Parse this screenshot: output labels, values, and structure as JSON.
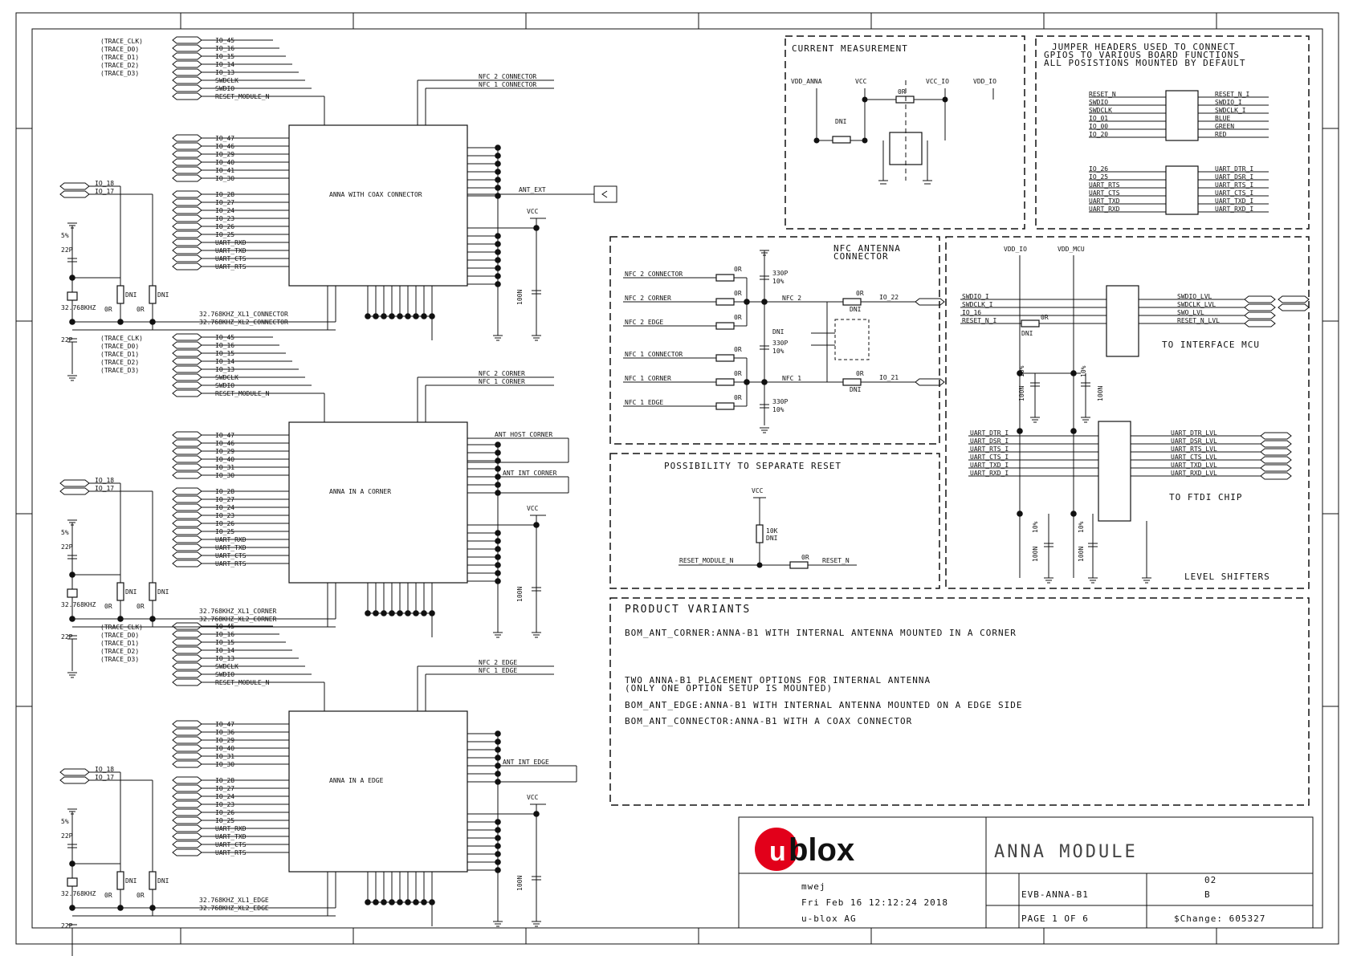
{
  "title_block": {
    "brand": "ublox",
    "project_title": "ANNA MODULE",
    "board": "EVB-ANNA-B1",
    "author": "mwej",
    "date": "Fri Feb 16 12:12:24 2018",
    "company": "u-blox AG",
    "page": "PAGE 1 OF 6",
    "rev_num": "02",
    "rev_letter": "B",
    "change": "$Change: 605327",
    "brand_color": "#e2001a"
  },
  "modules": [
    {
      "label": "ANNA WITH COAX CONNECTOR",
      "trace_labels": [
        "(TRACE_CLK)",
        "(TRACE_D0)",
        "(TRACE_D1)",
        "(TRACE_D2)",
        "(TRACE_D3)"
      ],
      "top_pins": [
        "IO_45",
        "IO_16",
        "IO_15",
        "IO_14",
        "IO_13",
        "SWDCLK",
        "SWDIO",
        "RESET_MODULE_N"
      ],
      "nfc_pins": [
        "NFC_2_CONNECTOR",
        "NFC_1_CONNECTOR"
      ],
      "mid_pins": [
        "IO_47",
        "IO_46",
        "IO_29",
        "IO_40",
        "IO_41",
        "IO_30"
      ],
      "bot_pins": [
        "IO_28",
        "IO_27",
        "IO_24",
        "IO_23",
        "IO_26",
        "IO_25",
        "UART_RXD",
        "UART_TXD",
        "UART_CTS",
        "UART_RTS"
      ],
      "io_pins": [
        "IO_18",
        "IO_17"
      ],
      "xtal_nets": [
        "32.768KHZ_XL1_CONNECTOR",
        "32.768KHZ_XL2_CONNECTOR"
      ],
      "antenna": "ANT_EXT",
      "antenna2": "",
      "vcc": "VCC",
      "decap": "100N"
    },
    {
      "label": "ANNA IN A CORNER",
      "trace_labels": [
        "(TRACE_CLK)",
        "(TRACE_D0)",
        "(TRACE_D1)",
        "(TRACE_D2)",
        "(TRACE_D3)"
      ],
      "top_pins": [
        "IO_45",
        "IO_16",
        "IO_15",
        "IO_14",
        "IO_13",
        "SWDCLK",
        "SWDIO",
        "RESET_MODULE_N"
      ],
      "nfc_pins": [
        "NFC_2_CORNER",
        "NFC_1_CORNER"
      ],
      "mid_pins": [
        "IO_47",
        "IO_46",
        "IO_29",
        "IO_40",
        "IO_31",
        "IO_30"
      ],
      "bot_pins": [
        "IO_28",
        "IO_27",
        "IO_24",
        "IO_23",
        "IO_26",
        "IO_25",
        "UART_RXD",
        "UART_TXD",
        "UART_CTS",
        "UART_RTS"
      ],
      "io_pins": [
        "IO_18",
        "IO_17"
      ],
      "xtal_nets": [
        "32.768KHZ_XL1_CORNER",
        "32.768KHZ_XL2_CORNER"
      ],
      "antenna": "ANT_HOST_CORNER",
      "antenna2": "ANT_INT_CORNER",
      "vcc": "VCC",
      "decap": "100N"
    },
    {
      "label": "ANNA IN A EDGE",
      "trace_labels": [
        "(TRACE_CLK)",
        "(TRACE_D0)",
        "(TRACE_D1)",
        "(TRACE_D2)",
        "(TRACE_D3)"
      ],
      "top_pins": [
        "IO_45",
        "IO_16",
        "IO_15",
        "IO_14",
        "IO_13",
        "SWDCLK",
        "SWDIO",
        "RESET_MODULE_N"
      ],
      "nfc_pins": [
        "NFC_2_EDGE",
        "NFC_1_EDGE"
      ],
      "mid_pins": [
        "IO_47",
        "IO_36",
        "IO_29",
        "IO_40",
        "IO_31",
        "IO_30"
      ],
      "bot_pins": [
        "IO_28",
        "IO_27",
        "IO_24",
        "IO_23",
        "IO_26",
        "IO_25",
        "UART_RXD",
        "UART_TXD",
        "UART_CTS",
        "UART_RTS"
      ],
      "io_pins": [
        "IO_18",
        "IO_17"
      ],
      "xtal_nets": [
        "32.768KHZ_XL1_EDGE",
        "32.768KHZ_XL2_EDGE"
      ],
      "antenna": "ANT_INT_EDGE",
      "antenna2": "",
      "vcc": "VCC",
      "decap": "100N"
    }
  ],
  "xtal": {
    "freq": "32.768KHZ",
    "cap": "22P",
    "tol": "5%",
    "r_val": "0R",
    "r_dni": "DNI"
  },
  "current_measurement": {
    "title": "CURRENT MEASUREMENT",
    "nets": [
      "VDD_ANNA",
      "VCC",
      "VCC_IO",
      "VDD_IO"
    ],
    "r_top": "0R",
    "r_dni": "DNI"
  },
  "jumper_headers": {
    "title_lines": [
      "JUMPER HEADERS USED TO CONNECT",
      "GPIOS TO VARIOUS BOARD FUNCTIONS",
      "ALL POSISTIONS MOUNTED BY DEFAULT"
    ],
    "left1": [
      "RESET_N",
      "SWDIO",
      "SWDCLK",
      "IO_01",
      "IO_00",
      "IO_20"
    ],
    "right1": [
      "RESET_N_I",
      "SWDIO_I",
      "SWDCLK_I",
      "BLUE",
      "GREEN",
      "RED"
    ],
    "left2": [
      "IO_26",
      "IO_25",
      "UART_RTS",
      "UART_CTS",
      "UART_TXD",
      "UART_RXD"
    ],
    "right2": [
      "UART_DTR_I",
      "UART_DSR_I",
      "UART_RTS_I",
      "UART_CTS_I",
      "UART_TXD_I",
      "UART_RXD_I"
    ]
  },
  "nfc": {
    "title_lines": [
      "NFC ANTENNA",
      "CONNECTOR"
    ],
    "nets": [
      "NFC_2_CONNECTOR",
      "NFC_2_CORNER",
      "NFC_2_EDGE",
      "NFC_1_CONNECTOR",
      "NFC_1_CORNER",
      "NFC_1_EDGE"
    ],
    "r_val": "0R",
    "cap_val": "330P",
    "cap_tol": "10%",
    "nfc2": "NFC_2",
    "nfc1": "NFC_1",
    "io22": "IO_22",
    "io21": "IO_21",
    "dni": "DNI"
  },
  "level_shifters": {
    "title": "LEVEL SHIFTERS",
    "nets_top": [
      "VDD_IO",
      "VDD_MCU"
    ],
    "inputs": [
      "SWDIO_I",
      "SWDCLK_I",
      "IO_16",
      "RESET_N_I"
    ],
    "outputs": [
      "SWDIO_LVL",
      "SWDCLK_LVL",
      "SWO_LVL",
      "RESET_N_LVL"
    ],
    "r_val": "0R",
    "dni": "DNI",
    "to_mcu": "TO INTERFACE MCU",
    "uart_in": [
      "UART_DTR_I",
      "UART_DSR_I",
      "UART_RTS_I",
      "UART_CTS_I",
      "UART_TXD_I",
      "UART_RXD_I"
    ],
    "uart_out": [
      "UART_DTR_LVL",
      "UART_DSR_LVL",
      "UART_RTS_LVL",
      "UART_CTS_LVL",
      "UART_TXD_LVL",
      "UART_RXD_LVL"
    ],
    "to_ftdi": "TO FTDI CHIP",
    "cap_val": "100N",
    "cap_tol": "10%"
  },
  "reset": {
    "title": "POSSIBILITY TO SEPARATE RESET",
    "vcc": "VCC",
    "r_pull": "10K",
    "r_pull_dni": "DNI",
    "net_in": "RESET_MODULE_N",
    "r_series": "0R",
    "net_out": "RESET_N"
  },
  "variants": {
    "title": "PRODUCT VARIANTS",
    "lines": [
      "BOM_ANT_CORNER:ANNA-B1 WITH INTERNAL ANTENNA MOUNTED IN A CORNER",
      "TWO ANNA-B1 PLACEMENT OPTIONS FOR INTERNAL ANTENNA",
      "(ONLY ONE OPTION SETUP IS MOUNTED)",
      "BOM_ANT_EDGE:ANNA-B1 WITH INTERNAL ANTENNA MOUNTED ON A EDGE SIDE",
      "BOM_ANT_CONNECTOR:ANNA-B1 WITH A COAX CONNECTOR"
    ]
  }
}
